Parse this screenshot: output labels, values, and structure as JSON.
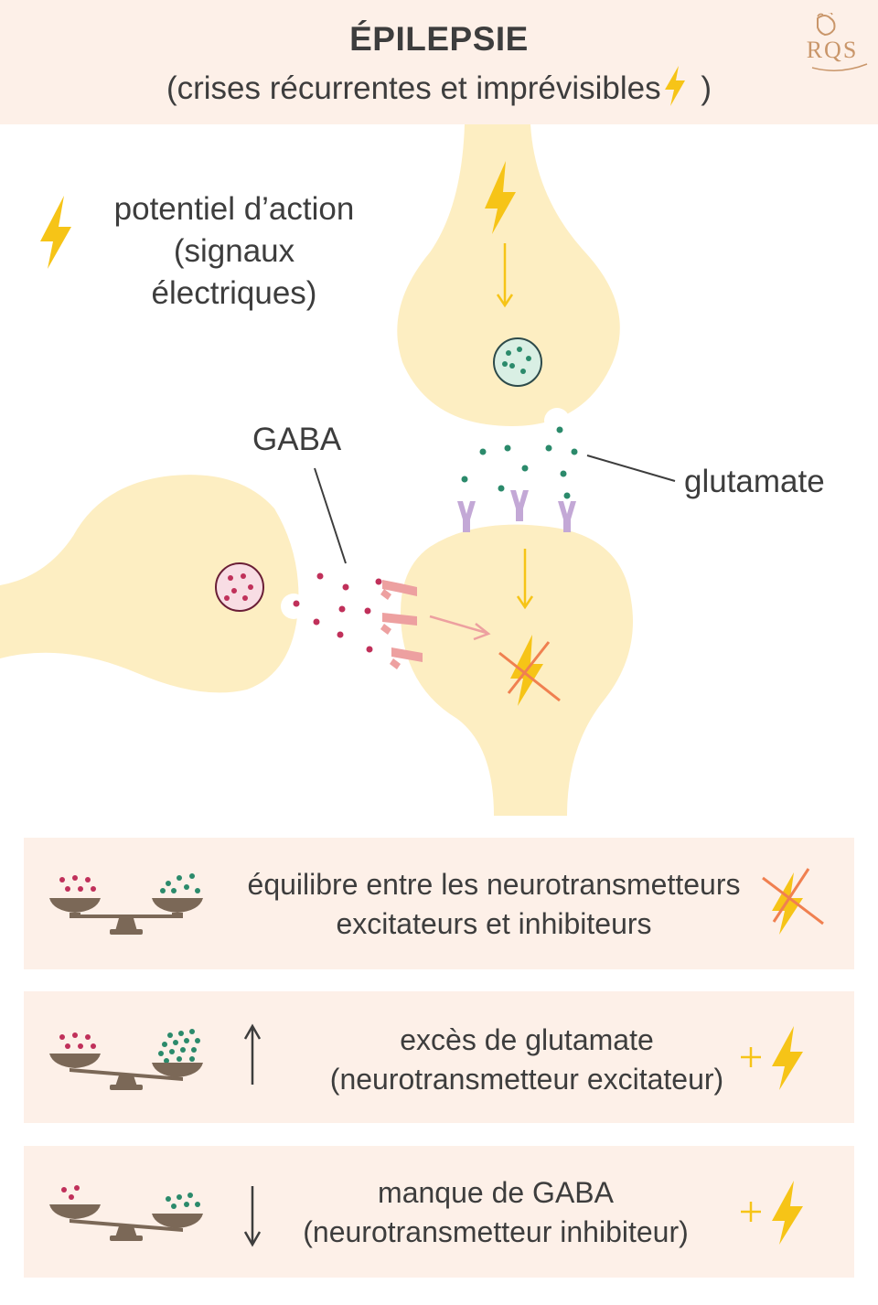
{
  "header": {
    "title": "ÉPILEPSIE",
    "subtitle_before": "(crises récurrentes et imprévisibles",
    "subtitle_after": " )",
    "logo": "RQS"
  },
  "legend": {
    "icon": "lightning-bolt-icon",
    "line1": "potentiel d’action",
    "line2": "(signaux électriques)"
  },
  "labels": {
    "gaba": "GABA",
    "glutamate": "glutamate"
  },
  "panels": [
    {
      "line1": "équilibre entre les neurotransmetteurs",
      "line2": "excitateurs et inhibiteurs",
      "scale": "balanced-scale-icon",
      "right_icon": "crossed-bolt-icon"
    },
    {
      "line1": "excès de glutamate",
      "line2": "(neurotransmetteur excitateur)",
      "scale": "scale-tilted-glutamate-icon",
      "arrow": "arrow-up-icon",
      "right_icon": "plus-bolt-icon"
    },
    {
      "line1": "manque de GABA",
      "line2": "(neurotransmetteur inhibiteur)",
      "scale": "scale-tilted-gaba-icon",
      "arrow": "arrow-down-icon",
      "right_icon": "plus-bolt-icon"
    }
  ],
  "colors": {
    "neuron": "#fdeec2",
    "bolt": "#f6c417",
    "glutamate": "#2b8a6b",
    "gaba": "#c0305a",
    "receptor_glutamate": "#c3a8d6",
    "receptor_gaba": "#eda0a0",
    "cross": "#f08050",
    "panel_bg": "#fdf0e8",
    "scale": "#7b6857"
  }
}
